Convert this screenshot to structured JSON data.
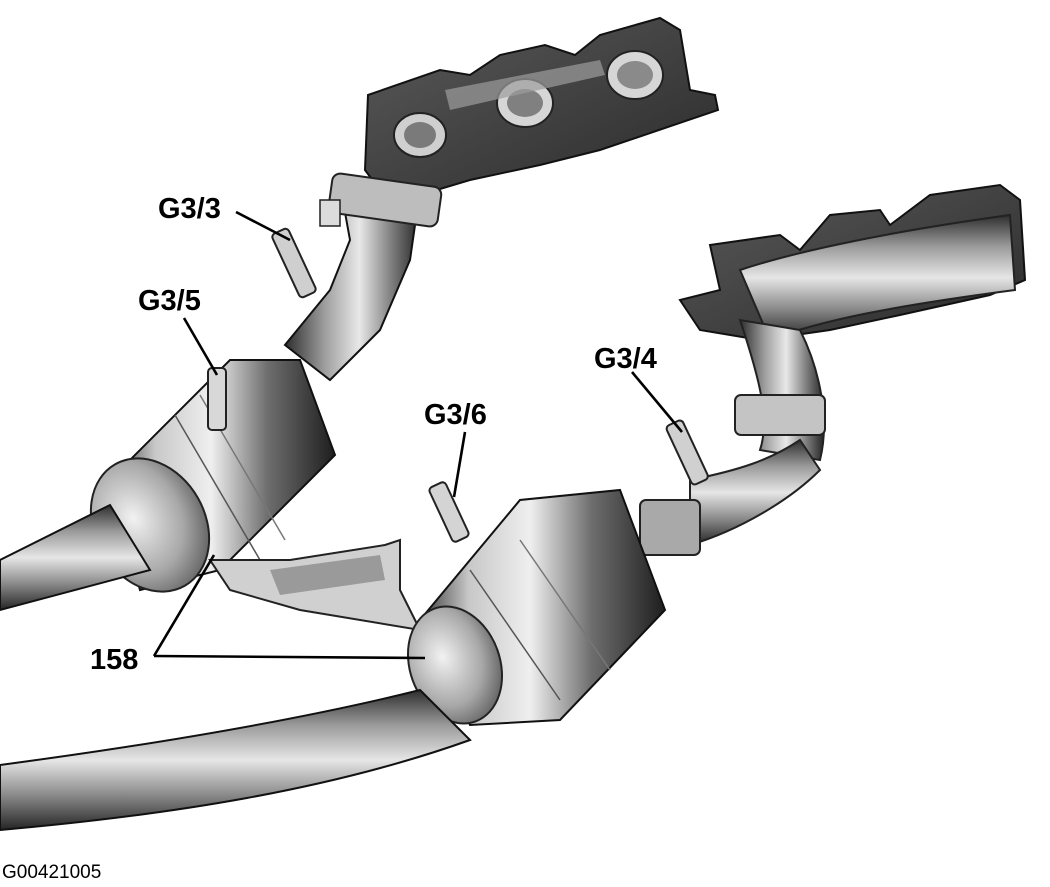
{
  "diagram": {
    "labels": {
      "g3_3": "G3/3",
      "g3_5": "G3/5",
      "g3_6": "G3/6",
      "g3_4": "G3/4",
      "part_158": "158"
    },
    "figure_id": "G00421005"
  }
}
